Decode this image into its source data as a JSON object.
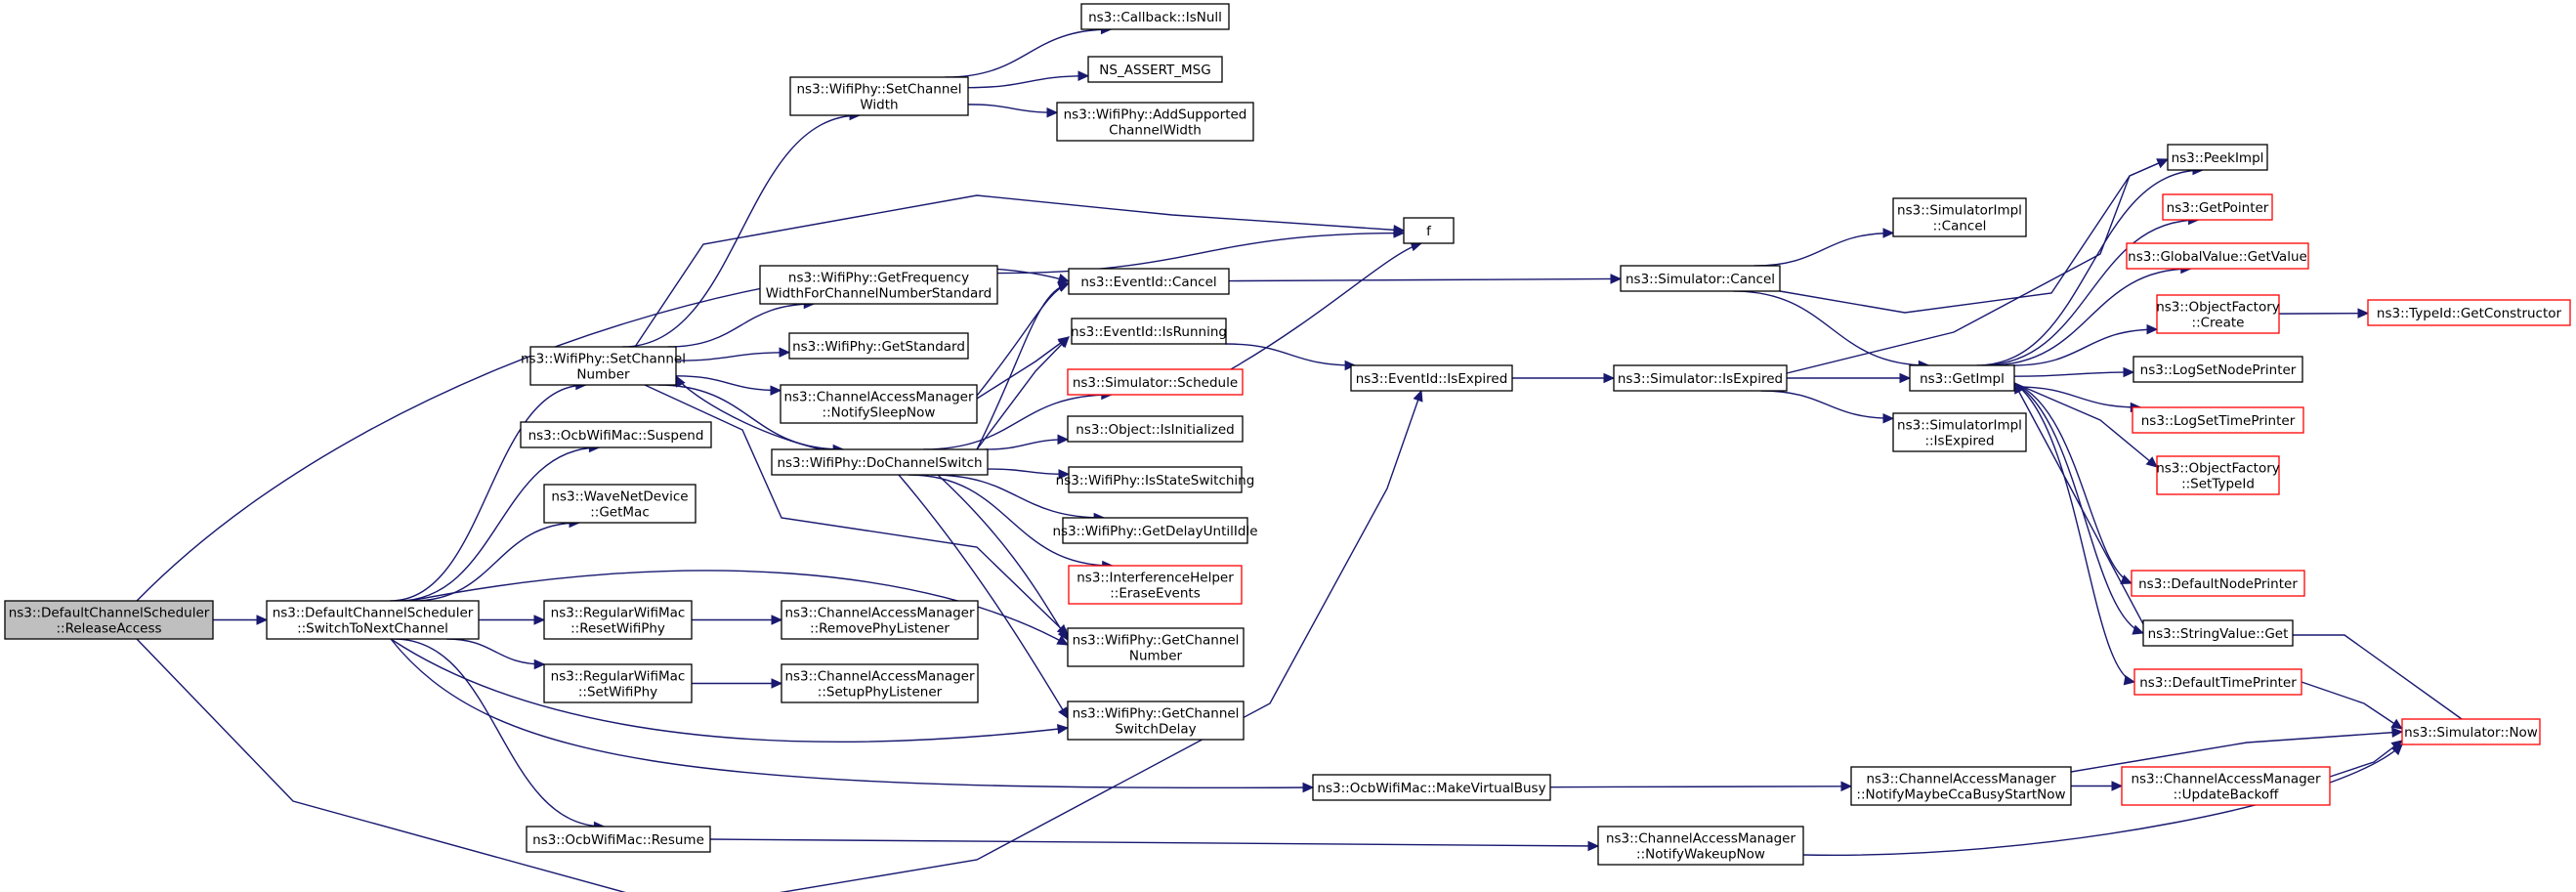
{
  "colors": {
    "edge": "#191970",
    "node_border_doc": "#000000",
    "node_border_undoc": "#ff0000",
    "root_fill": "#bfbfbf",
    "node_fill": "#ffffff"
  },
  "nodes": [
    {
      "id": "root",
      "lines": [
        "ns3::DefaultChannelScheduler",
        "::ReleaseAccess"
      ],
      "kind": "root"
    },
    {
      "id": "switch_next",
      "lines": [
        "ns3::DefaultChannelScheduler",
        "::SwitchToNextChannel"
      ],
      "kind": "doc"
    },
    {
      "id": "set_channel_number",
      "lines": [
        "ns3::WifiPhy::SetChannel",
        "Number"
      ],
      "kind": "doc"
    },
    {
      "id": "ocb_suspend",
      "lines": [
        "ns3::OcbWifiMac::Suspend"
      ],
      "kind": "doc"
    },
    {
      "id": "wave_getmac",
      "lines": [
        "ns3::WaveNetDevice",
        "::GetMac"
      ],
      "kind": "doc"
    },
    {
      "id": "reset_phy",
      "lines": [
        "ns3::RegularWifiMac",
        "::ResetWifiPhy"
      ],
      "kind": "doc"
    },
    {
      "id": "set_phy",
      "lines": [
        "ns3::RegularWifiMac",
        "::SetWifiPhy"
      ],
      "kind": "doc"
    },
    {
      "id": "ocb_resume",
      "lines": [
        "ns3::OcbWifiMac::Resume"
      ],
      "kind": "doc"
    },
    {
      "id": "set_channel_width",
      "lines": [
        "ns3::WifiPhy::SetChannel",
        "Width"
      ],
      "kind": "doc"
    },
    {
      "id": "get_freq_width",
      "lines": [
        "ns3::WifiPhy::GetFrequency",
        "WidthForChannelNumberStandard"
      ],
      "kind": "doc"
    },
    {
      "id": "get_standard",
      "lines": [
        "ns3::WifiPhy::GetStandard"
      ],
      "kind": "doc"
    },
    {
      "id": "notify_sleep",
      "lines": [
        "ns3::ChannelAccessManager",
        "::NotifySleepNow"
      ],
      "kind": "doc"
    },
    {
      "id": "do_channel_switch",
      "lines": [
        "ns3::WifiPhy::DoChannelSwitch"
      ],
      "kind": "doc"
    },
    {
      "id": "remove_phy_listener",
      "lines": [
        "ns3::ChannelAccessManager",
        "::RemovePhyListener"
      ],
      "kind": "doc"
    },
    {
      "id": "setup_phy_listener",
      "lines": [
        "ns3::ChannelAccessManager",
        "::SetupPhyListener"
      ],
      "kind": "doc"
    },
    {
      "id": "callback_isnull",
      "lines": [
        "ns3::Callback::IsNull"
      ],
      "kind": "doc"
    },
    {
      "id": "ns_assert",
      "lines": [
        "NS_ASSERT_MSG"
      ],
      "kind": "doc"
    },
    {
      "id": "add_supported_width",
      "lines": [
        "ns3::WifiPhy::AddSupported",
        "ChannelWidth"
      ],
      "kind": "doc"
    },
    {
      "id": "f",
      "lines": [
        "f"
      ],
      "kind": "doc"
    },
    {
      "id": "eventid_cancel",
      "lines": [
        "ns3::EventId::Cancel"
      ],
      "kind": "doc"
    },
    {
      "id": "eventid_isrunning",
      "lines": [
        "ns3::EventId::IsRunning"
      ],
      "kind": "doc"
    },
    {
      "id": "sim_schedule",
      "lines": [
        "ns3::Simulator::Schedule"
      ],
      "kind": "undoc"
    },
    {
      "id": "obj_isinit",
      "lines": [
        "ns3::Object::IsInitialized"
      ],
      "kind": "doc"
    },
    {
      "id": "is_state_switching",
      "lines": [
        "ns3::WifiPhy::IsStateSwitching"
      ],
      "kind": "doc"
    },
    {
      "id": "get_delay_idle",
      "lines": [
        "ns3::WifiPhy::GetDelayUntilIdle"
      ],
      "kind": "doc"
    },
    {
      "id": "erase_events",
      "lines": [
        "ns3::InterferenceHelper",
        "::EraseEvents"
      ],
      "kind": "undoc"
    },
    {
      "id": "get_channel_number",
      "lines": [
        "ns3::WifiPhy::GetChannel",
        "Number"
      ],
      "kind": "doc"
    },
    {
      "id": "get_switch_delay",
      "lines": [
        "ns3::WifiPhy::GetChannel",
        "SwitchDelay"
      ],
      "kind": "doc"
    },
    {
      "id": "make_virtual_busy",
      "lines": [
        "ns3::OcbWifiMac::MakeVirtualBusy"
      ],
      "kind": "doc"
    },
    {
      "id": "eventid_isexpired",
      "lines": [
        "ns3::EventId::IsExpired"
      ],
      "kind": "doc"
    },
    {
      "id": "sim_cancel",
      "lines": [
        "ns3::Simulator::Cancel"
      ],
      "kind": "doc"
    },
    {
      "id": "sim_isexpired",
      "lines": [
        "ns3::Simulator::IsExpired"
      ],
      "kind": "doc"
    },
    {
      "id": "simimpl_cancel",
      "lines": [
        "ns3::SimulatorImpl",
        "::Cancel"
      ],
      "kind": "doc"
    },
    {
      "id": "simimpl_isexpired",
      "lines": [
        "ns3::SimulatorImpl",
        "::IsExpired"
      ],
      "kind": "doc"
    },
    {
      "id": "notify_maybe_cca",
      "lines": [
        "ns3::ChannelAccessManager",
        "::NotifyMaybeCcaBusyStartNow"
      ],
      "kind": "doc"
    },
    {
      "id": "notify_wakeup",
      "lines": [
        "ns3::ChannelAccessManager",
        "::NotifyWakeupNow"
      ],
      "kind": "doc"
    },
    {
      "id": "get_impl",
      "lines": [
        "ns3::GetImpl"
      ],
      "kind": "doc"
    },
    {
      "id": "peek_impl",
      "lines": [
        "ns3::PeekImpl"
      ],
      "kind": "doc"
    },
    {
      "id": "get_pointer",
      "lines": [
        "ns3::GetPointer"
      ],
      "kind": "undoc"
    },
    {
      "id": "gv_getvalue",
      "lines": [
        "ns3::GlobalValue::GetValue"
      ],
      "kind": "undoc"
    },
    {
      "id": "of_create",
      "lines": [
        "ns3::ObjectFactory",
        "::Create"
      ],
      "kind": "undoc"
    },
    {
      "id": "log_node_printer",
      "lines": [
        "ns3::LogSetNodePrinter"
      ],
      "kind": "doc"
    },
    {
      "id": "log_time_printer",
      "lines": [
        "ns3::LogSetTimePrinter"
      ],
      "kind": "undoc"
    },
    {
      "id": "of_settypeid",
      "lines": [
        "ns3::ObjectFactory",
        "::SetTypeId"
      ],
      "kind": "undoc"
    },
    {
      "id": "default_node_printer",
      "lines": [
        "ns3::DefaultNodePrinter"
      ],
      "kind": "undoc"
    },
    {
      "id": "stringvalue_get",
      "lines": [
        "ns3::StringValue::Get"
      ],
      "kind": "doc"
    },
    {
      "id": "default_time_printer",
      "lines": [
        "ns3::DefaultTimePrinter"
      ],
      "kind": "undoc"
    },
    {
      "id": "update_backoff",
      "lines": [
        "ns3::ChannelAccessManager",
        "::UpdateBackoff"
      ],
      "kind": "undoc"
    },
    {
      "id": "sim_now",
      "lines": [
        "ns3::Simulator::Now"
      ],
      "kind": "undoc"
    },
    {
      "id": "typeid_getctor",
      "lines": [
        "ns3::TypeId::GetConstructor"
      ],
      "kind": "undoc"
    }
  ],
  "edges": [
    [
      "root",
      "switch_next"
    ],
    [
      "root",
      "eventid_cancel"
    ],
    [
      "root",
      "eventid_isexpired"
    ],
    [
      "switch_next",
      "set_channel_number"
    ],
    [
      "switch_next",
      "ocb_suspend"
    ],
    [
      "switch_next",
      "wave_getmac"
    ],
    [
      "switch_next",
      "reset_phy"
    ],
    [
      "switch_next",
      "set_phy"
    ],
    [
      "switch_next",
      "get_channel_number"
    ],
    [
      "switch_next",
      "get_switch_delay"
    ],
    [
      "switch_next",
      "make_virtual_busy"
    ],
    [
      "switch_next",
      "ocb_resume"
    ],
    [
      "set_channel_number",
      "set_channel_width"
    ],
    [
      "set_channel_number",
      "f"
    ],
    [
      "set_channel_number",
      "get_freq_width"
    ],
    [
      "set_channel_number",
      "get_standard"
    ],
    [
      "set_channel_number",
      "notify_sleep"
    ],
    [
      "set_channel_number",
      "do_channel_switch"
    ],
    [
      "set_channel_number",
      "get_channel_number"
    ],
    [
      "set_channel_width",
      "callback_isnull"
    ],
    [
      "set_channel_width",
      "ns_assert"
    ],
    [
      "set_channel_width",
      "add_supported_width"
    ],
    [
      "get_freq_width",
      "f"
    ],
    [
      "notify_sleep",
      "eventid_cancel"
    ],
    [
      "notify_sleep",
      "eventid_isrunning"
    ],
    [
      "do_channel_switch",
      "set_channel_number"
    ],
    [
      "do_channel_switch",
      "eventid_cancel"
    ],
    [
      "do_channel_switch",
      "eventid_isrunning"
    ],
    [
      "do_channel_switch",
      "sim_schedule"
    ],
    [
      "do_channel_switch",
      "obj_isinit"
    ],
    [
      "do_channel_switch",
      "is_state_switching"
    ],
    [
      "do_channel_switch",
      "get_delay_idle"
    ],
    [
      "do_channel_switch",
      "erase_events"
    ],
    [
      "do_channel_switch",
      "get_channel_number"
    ],
    [
      "do_channel_switch",
      "get_switch_delay"
    ],
    [
      "reset_phy",
      "remove_phy_listener"
    ],
    [
      "set_phy",
      "setup_phy_listener"
    ],
    [
      "sim_schedule",
      "f"
    ],
    [
      "eventid_cancel",
      "sim_cancel"
    ],
    [
      "eventid_isrunning",
      "eventid_isexpired"
    ],
    [
      "eventid_isexpired",
      "sim_isexpired"
    ],
    [
      "sim_cancel",
      "simimpl_cancel"
    ],
    [
      "sim_cancel",
      "get_impl"
    ],
    [
      "sim_cancel",
      "peek_impl"
    ],
    [
      "sim_isexpired",
      "get_impl"
    ],
    [
      "sim_isexpired",
      "simimpl_isexpired"
    ],
    [
      "sim_isexpired",
      "peek_impl"
    ],
    [
      "make_virtual_busy",
      "notify_maybe_cca"
    ],
    [
      "ocb_resume",
      "notify_wakeup"
    ],
    [
      "notify_maybe_cca",
      "update_backoff"
    ],
    [
      "notify_maybe_cca",
      "sim_now"
    ],
    [
      "notify_wakeup",
      "sim_now"
    ],
    [
      "update_backoff",
      "sim_now"
    ],
    [
      "get_impl",
      "peek_impl"
    ],
    [
      "get_impl",
      "get_pointer"
    ],
    [
      "get_impl",
      "gv_getvalue"
    ],
    [
      "get_impl",
      "of_create"
    ],
    [
      "get_impl",
      "log_node_printer"
    ],
    [
      "get_impl",
      "log_time_printer"
    ],
    [
      "get_impl",
      "of_settypeid"
    ],
    [
      "get_impl",
      "default_node_printer"
    ],
    [
      "get_impl",
      "stringvalue_get"
    ],
    [
      "get_impl",
      "default_time_printer"
    ],
    [
      "of_create",
      "typeid_getctor"
    ],
    [
      "default_time_printer",
      "sim_now"
    ],
    [
      "sim_now",
      "get_impl"
    ]
  ]
}
